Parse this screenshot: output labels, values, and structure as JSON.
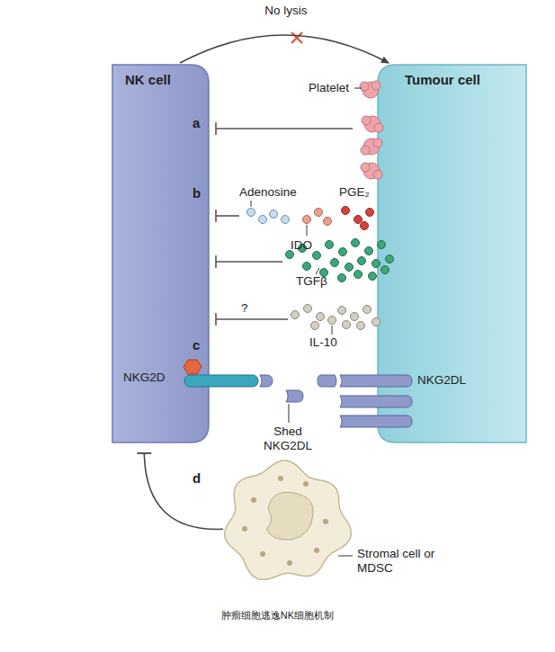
{
  "diagram": {
    "caption": "肿瘤细胞逃逸NK细胞机制",
    "nodes": [
      {
        "text": [
          "NK cell",
          "NKG2D"
        ]
      },
      {
        "text": [
          "Tumour cell",
          "Platelet",
          "NKG2DL"
        ]
      },
      {
        "text": [
          "Stromal cell or MDSC"
        ]
      }
    ],
    "edges": [
      {
        "from": 0,
        "to": 1,
        "arrow": "to",
        "label": "No lysis"
      },
      {
        "from": 2,
        "to": 0,
        "arrow": "to"
      }
    ],
    "labels": [
      "a",
      "b",
      "Adenosine",
      "PGE₂",
      "IDO",
      "TGFβ",
      "?",
      "IL-10",
      "c",
      "Shed NKG2DL",
      "d"
    ]
  }
}
